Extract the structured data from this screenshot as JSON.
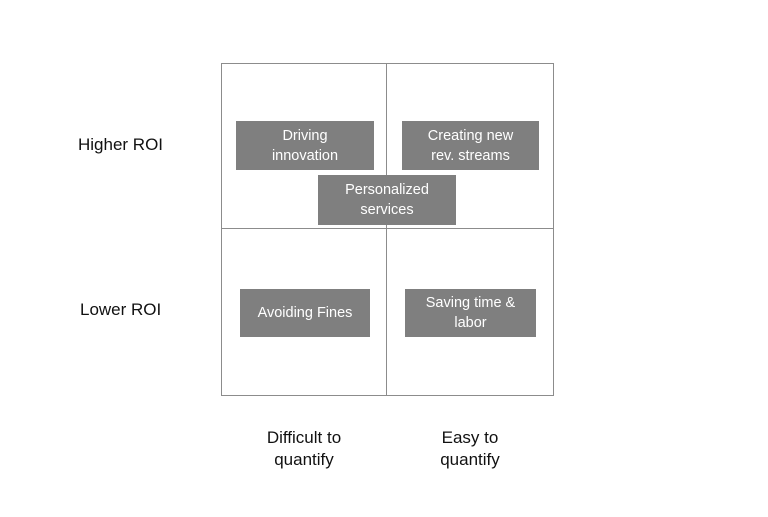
{
  "rows": {
    "top": "Higher ROI",
    "bottom": "Lower ROI"
  },
  "columns": {
    "left": [
      "Difficult to",
      "quantify"
    ],
    "right": [
      "Easy to",
      "quantify"
    ]
  },
  "items": {
    "driving_innovation": [
      "Driving",
      "innovation"
    ],
    "creating_new_rev_streams": [
      "Creating new",
      "rev. streams"
    ],
    "personalized_services": [
      "Personalized",
      "services"
    ],
    "avoiding_fines": [
      "Avoiding Fines"
    ],
    "saving_time_labor": [
      "Saving time &",
      "labor"
    ]
  },
  "colors": {
    "box_fill": "#7f7f7f",
    "box_text": "#ffffff",
    "grid_line": "#8c8c8c"
  }
}
